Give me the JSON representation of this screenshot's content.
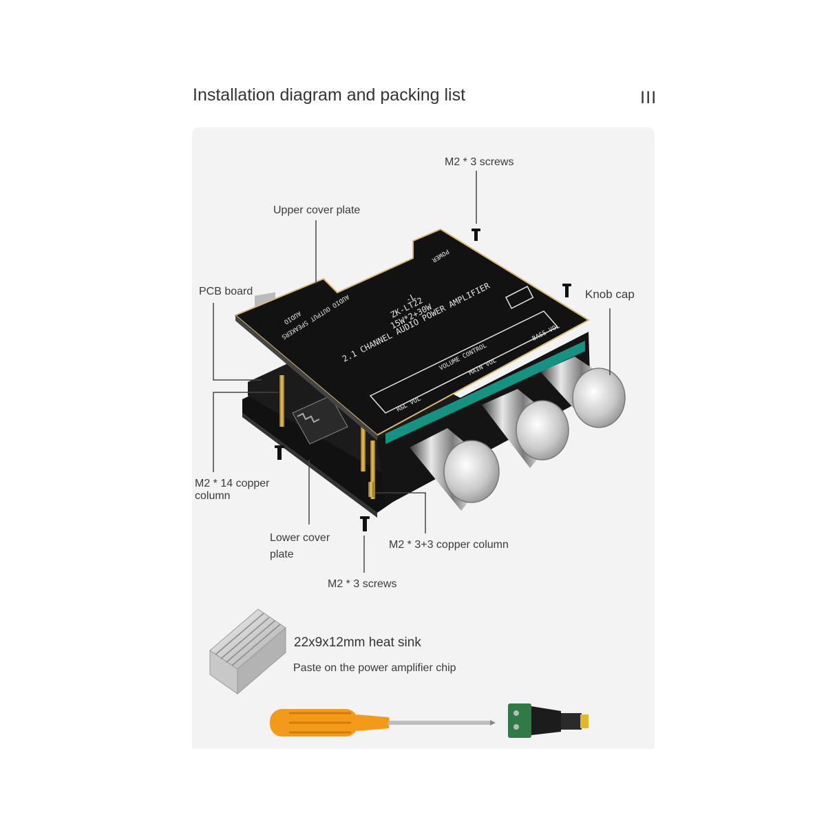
{
  "header": {
    "title": "Installation diagram and packing list",
    "menu_glyph": "III"
  },
  "board_print": {
    "model_line1": "-L",
    "model_line2": "ZK-LT22",
    "power_spec": "15W*2+30W",
    "product_name": "2.1 CHANNEL AUDIO POWER AMPLIFIER",
    "volume_control": "VOLUME CONTROL",
    "rl_vol": "R&L VOL",
    "mid_vol": "MAIN VOL",
    "bass_vol": "BASS VOL",
    "speakers": "AUDIO OUTPUT SPEAKERS",
    "power": "POWER",
    "audio_in": "AUDIO"
  },
  "callouts": {
    "screws_top": "M2 * 3 screws",
    "upper_cover": "Upper cover plate",
    "pcb_board": "PCB board",
    "knob_cap": "Knob cap",
    "copper_column_14_line1": "M2 * 14 copper",
    "copper_column_14_line2": "column",
    "lower_cover_line1": "Lower cover",
    "lower_cover_line2": "plate",
    "copper_column_3_3": "M2 * 3+3 copper column",
    "screws_bottom": "M2 * 3 screws"
  },
  "accessories": {
    "heat_sink_title": "22x9x12mm heat sink",
    "heat_sink_note": "Paste on the power amplifier chip",
    "screwdriver": "screwdriver",
    "dc_connector": "dc-connector"
  },
  "colors": {
    "panel_bg": "#f3f3f3",
    "board_black": "#141414",
    "screwdriver_orange": "#f39a1a",
    "connector_green": "#2f7a45"
  }
}
